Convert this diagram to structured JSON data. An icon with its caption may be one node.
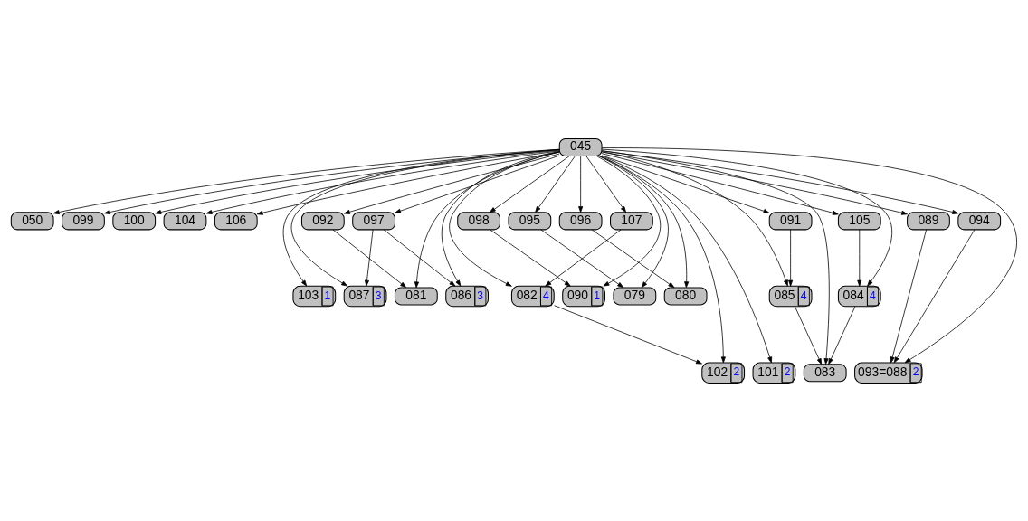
{
  "diagram": {
    "nodes": [
      {
        "text": [
          "045"
        ]
      },
      {
        "text": [
          "050"
        ]
      },
      {
        "text": [
          "099"
        ]
      },
      {
        "text": [
          "100"
        ]
      },
      {
        "text": [
          "104"
        ]
      },
      {
        "text": [
          "106"
        ]
      },
      {
        "text": [
          "092"
        ]
      },
      {
        "text": [
          "097"
        ]
      },
      {
        "text": [
          "098"
        ]
      },
      {
        "text": [
          "095"
        ]
      },
      {
        "text": [
          "096"
        ]
      },
      {
        "text": [
          "107"
        ]
      },
      {
        "text": [
          "091"
        ]
      },
      {
        "text": [
          "105"
        ]
      },
      {
        "text": [
          "089"
        ]
      },
      {
        "text": [
          "094"
        ]
      },
      {
        "text": [
          "103",
          "1"
        ]
      },
      {
        "text": [
          "087",
          "3"
        ]
      },
      {
        "text": [
          "081"
        ]
      },
      {
        "text": [
          "086",
          "3"
        ]
      },
      {
        "text": [
          "090",
          "1"
        ]
      },
      {
        "text": [
          "079"
        ]
      },
      {
        "text": [
          "080"
        ]
      },
      {
        "text": [
          "082",
          "4"
        ]
      },
      {
        "text": [
          "085",
          "4"
        ]
      },
      {
        "text": [
          "084",
          "4"
        ]
      },
      {
        "text": [
          "102",
          "2"
        ]
      },
      {
        "text": [
          "101",
          "2"
        ]
      },
      {
        "text": [
          "083"
        ]
      },
      {
        "text": [
          "093=088",
          "2"
        ]
      }
    ],
    "edges": [
      {
        "from": 0,
        "to": 1,
        "arrow": "to"
      },
      {
        "from": 0,
        "to": 2,
        "arrow": "to"
      },
      {
        "from": 0,
        "to": 3,
        "arrow": "to"
      },
      {
        "from": 0,
        "to": 4,
        "arrow": "to"
      },
      {
        "from": 0,
        "to": 5,
        "arrow": "to"
      },
      {
        "from": 0,
        "to": 6,
        "arrow": "to"
      },
      {
        "from": 0,
        "to": 7,
        "arrow": "to"
      },
      {
        "from": 0,
        "to": 8,
        "arrow": "to"
      },
      {
        "from": 0,
        "to": 9,
        "arrow": "to"
      },
      {
        "from": 0,
        "to": 10,
        "arrow": "to"
      },
      {
        "from": 0,
        "to": 11,
        "arrow": "to"
      },
      {
        "from": 0,
        "to": 12,
        "arrow": "to"
      },
      {
        "from": 0,
        "to": 13,
        "arrow": "to"
      },
      {
        "from": 0,
        "to": 14,
        "arrow": "to"
      },
      {
        "from": 0,
        "to": 15,
        "arrow": "to"
      },
      {
        "from": 0,
        "to": 16,
        "arrow": "to"
      },
      {
        "from": 0,
        "to": 17,
        "arrow": "to"
      },
      {
        "from": 0,
        "to": 18,
        "arrow": "to"
      },
      {
        "from": 0,
        "to": 19,
        "arrow": "to"
      },
      {
        "from": 0,
        "to": 20,
        "arrow": "to"
      },
      {
        "from": 0,
        "to": 21,
        "arrow": "to"
      },
      {
        "from": 0,
        "to": 22,
        "arrow": "to"
      },
      {
        "from": 0,
        "to": 26,
        "arrow": "to"
      },
      {
        "from": 0,
        "to": 23,
        "arrow": "to"
      },
      {
        "from": 0,
        "to": 27,
        "arrow": "to"
      },
      {
        "from": 0,
        "to": 24,
        "arrow": "to"
      },
      {
        "from": 0,
        "to": 25,
        "arrow": "to"
      },
      {
        "from": 0,
        "to": 28,
        "arrow": "to"
      },
      {
        "from": 0,
        "to": 29,
        "arrow": "to"
      },
      {
        "from": 6,
        "to": 18,
        "arrow": "to"
      },
      {
        "from": 7,
        "to": 17,
        "arrow": "to"
      },
      {
        "from": 7,
        "to": 19,
        "arrow": "to"
      },
      {
        "from": 8,
        "to": 20,
        "arrow": "to"
      },
      {
        "from": 9,
        "to": 21,
        "arrow": "to"
      },
      {
        "from": 10,
        "to": 22,
        "arrow": "to"
      },
      {
        "from": 11,
        "to": 23,
        "arrow": "to"
      },
      {
        "from": 12,
        "to": 24,
        "arrow": "to"
      },
      {
        "from": 13,
        "to": 25,
        "arrow": "to"
      },
      {
        "from": 23,
        "to": 26,
        "arrow": "to"
      },
      {
        "from": 24,
        "to": 28,
        "arrow": "to"
      },
      {
        "from": 25,
        "to": 28,
        "arrow": "to"
      },
      {
        "from": 14,
        "to": 29,
        "arrow": "to"
      },
      {
        "from": 15,
        "to": 29,
        "arrow": "to"
      }
    ]
  }
}
